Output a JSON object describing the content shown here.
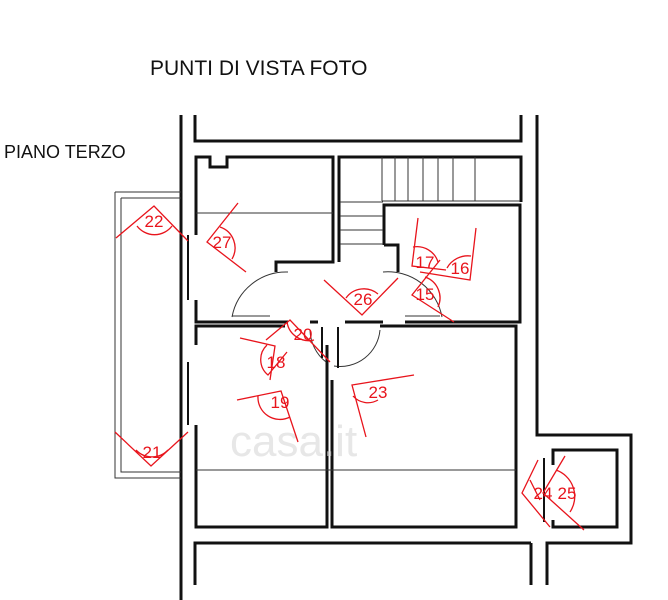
{
  "title": "PUNTI DI VISTA FOTO",
  "floor_label": "PIANO TERZO",
  "watermark": "casa.it",
  "marker_color": "#e8141c",
  "viewpoints": [
    "15",
    "16",
    "17",
    "18",
    "19",
    "20",
    "21",
    "22",
    "23",
    "24",
    "25",
    "26",
    "27"
  ]
}
